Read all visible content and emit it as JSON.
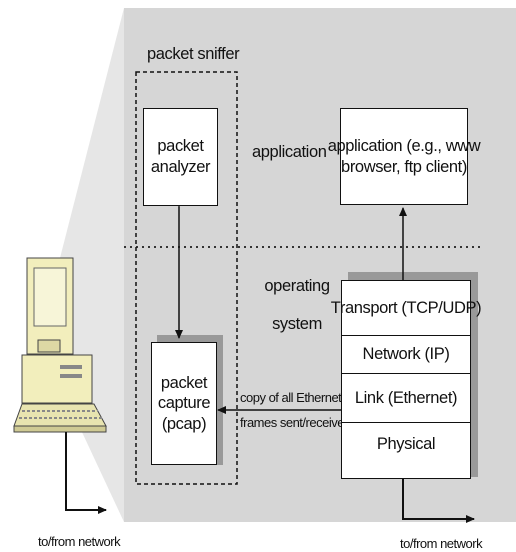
{
  "labels": {
    "packet_sniffer": "packet sniffer",
    "packet_analyzer_line1": "packet",
    "packet_analyzer_line2": "analyzer",
    "application_layer": "application",
    "application_box_line1": "application (e.g., www",
    "application_box_line2": "browser, ftp client)",
    "operating_system_line1": "operating",
    "operating_system_line2": "system",
    "packet_capture_line1": "packet",
    "packet_capture_line2": "capture",
    "packet_capture_line3": "(pcap)",
    "copy_note_line1": "copy of all Ethernet",
    "copy_note_line2": "frames sent/received",
    "stack_transport": "Transport (TCP/UDP)",
    "stack_network": "Network (IP)",
    "stack_link": "Link (Ethernet)",
    "stack_physical": "Physical",
    "to_from_network_left": "to/from network",
    "to_from_network_right": "to/from network"
  },
  "colors": {
    "panel": "#d6d6d6",
    "computer": "#f2eebc",
    "line": "#111111"
  }
}
